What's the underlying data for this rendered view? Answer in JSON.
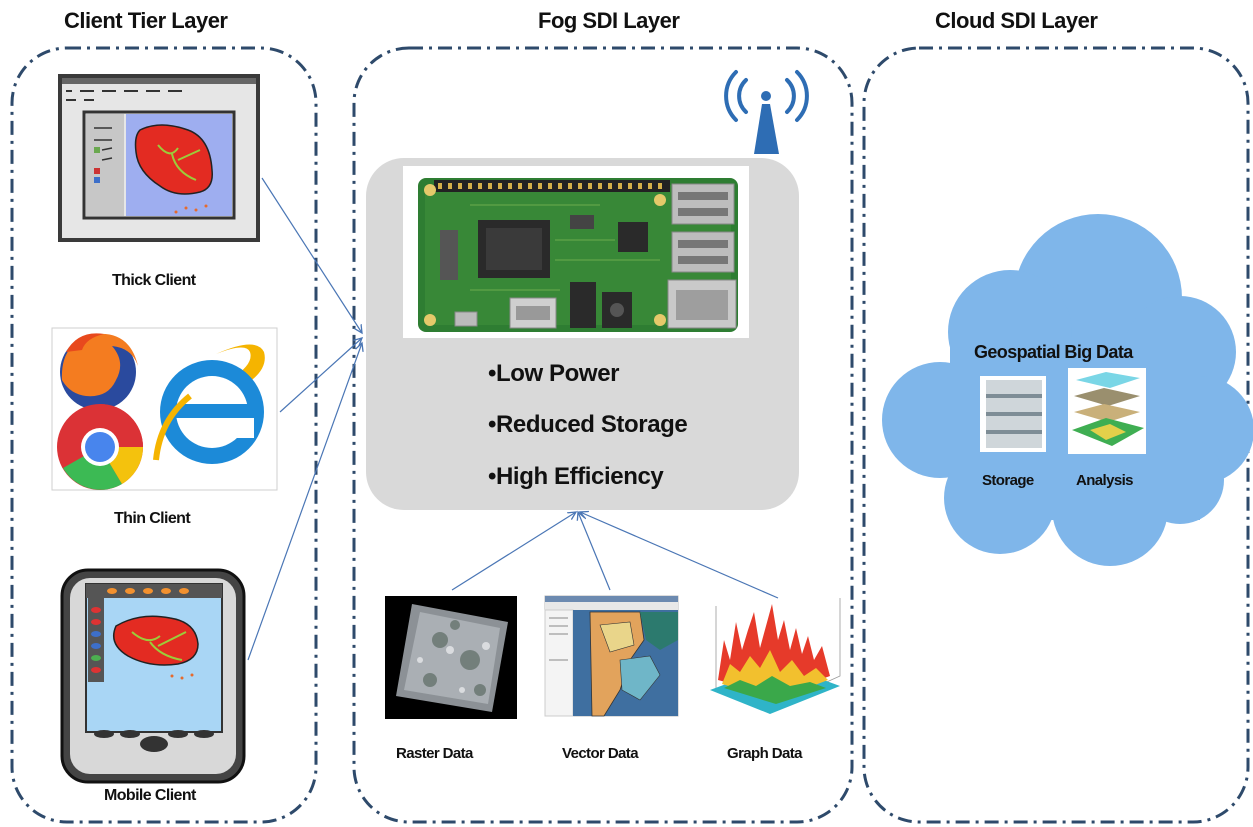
{
  "layers": {
    "client": {
      "title": "Client Tier Layer"
    },
    "fog": {
      "title": "Fog SDI Layer"
    },
    "cloud": {
      "title": "Cloud SDI Layer"
    }
  },
  "clients": {
    "thick": "Thick Client",
    "thin": "Thin Client",
    "mobile": "Mobile Client"
  },
  "fog_node": {
    "features": [
      "•Low Power",
      "•Reduced Storage",
      "•High Efficiency"
    ]
  },
  "data_sources": {
    "raster": "Raster Data",
    "vector": "Vector Data",
    "graph": "Graph Data"
  },
  "cloud": {
    "title": "Geospatial Big Data",
    "storage": "Storage",
    "analysis": "Analysis"
  },
  "colors": {
    "border_dash": "#2e4a6b",
    "arrow": "#4a76b5",
    "cloud_fill": "#7fb6ea",
    "fog_box": "#d9d9d9",
    "board_green": "#2e7d32",
    "wifi_blue": "#2e6db4"
  }
}
